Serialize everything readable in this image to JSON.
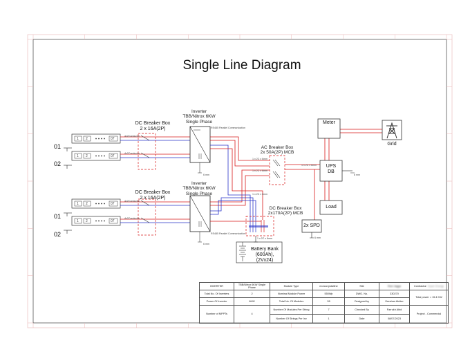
{
  "title": "Single Line Diagram",
  "strings": {
    "s1": "01",
    "s2": "02",
    "s3": "01",
    "s4": "02"
  },
  "module_labels": [
    "1",
    "2",
    "07"
  ],
  "dc_box_1": {
    "title": "DC Breaker Box",
    "rating": "2 x 16A(2P)"
  },
  "dc_box_2": {
    "title": "DC Breaker Box",
    "rating": "2 x 16A(2P)"
  },
  "inverter_1": {
    "l1": "Inverter",
    "l2": "TBB/Nitrox 6KW",
    "l3": "Single Phase"
  },
  "inverter_2": {
    "l1": "Inverter",
    "l2": "TBB/Nitrox 6KW",
    "l3": "Single Phase"
  },
  "ac_breaker": {
    "l1": "AC Breaker Box",
    "l2": "2x 50A(2P) MCB"
  },
  "dc_breaker_batt": {
    "l1": "DC Breaker Box",
    "l2": "2x170A(2P) MCB"
  },
  "battery": {
    "l1": "Battery Bank",
    "l2": "(600Ah), (2Vx24)"
  },
  "meter": "Meter",
  "grid": "Grid",
  "ups": {
    "l1": "UPS",
    "l2": "DB"
  },
  "load": "Load",
  "spd": "2x SPD",
  "small_text": {
    "rs485": "RS485 Parallel Communication",
    "cable": "1 x 2C x 6mm",
    "earth": "6 mm",
    "pv": "4x2Conductor"
  },
  "table": {
    "rows": [
      [
        "INVERTER",
        "TBB/Nitrox 6KW Single Phase",
        "Module Type",
        "monocrystalline",
        "Site",
        "Ravi Jagga",
        "Contractor:",
        "Super Energy"
      ],
      [
        "Total No. Of Inverters",
        "2",
        "Nominal Module Power",
        "550Wp",
        "DWG. No.",
        "330270",
        "Total power = 15.4 KW"
      ],
      [
        "Power Of Inverter",
        "6KW",
        "Total No. Of Modules",
        "28",
        "Designed by",
        "Zeeshan Akhter"
      ],
      [
        "Number of MPPTs",
        "4",
        "Number Of Modules Per String",
        "7",
        "Checked By",
        "Farrukh Abid",
        "Project - Commercial"
      ],
      [
        "Number Of Strings Per Inv",
        "1",
        "Date",
        "08/07/2023"
      ]
    ]
  },
  "colors": {
    "dc_pos": "#d81818",
    "dc_neg": "#2630c8",
    "ac_line": "#d81818",
    "dashed_red": "#d81818",
    "grid_pink": "#e8b4b4",
    "frame": "#444444"
  }
}
